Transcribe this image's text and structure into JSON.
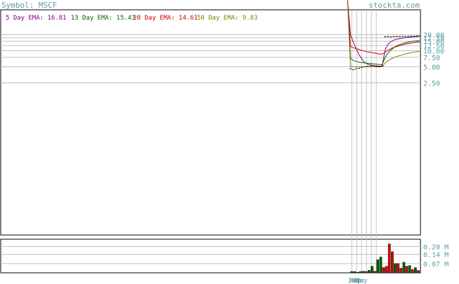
{
  "symbol_label": "Symbol: MSCF",
  "brand": "stockta.com",
  "legend": [
    {
      "label": "5 Day EMA: 16.81",
      "color": "#800080"
    },
    {
      "label": "13 Day EMA: 15.43",
      "color": "#006400"
    },
    {
      "label": "20 Day EMA: 14.61",
      "color": "#cc0000"
    },
    {
      "label": "50 Day EMA: 9.83",
      "color": "#808000"
    }
  ],
  "colors": {
    "text": "#5f9ea0",
    "grid": "#c0c0c0",
    "frame": "#000000",
    "vol_up": "#006400",
    "vol_down": "#cc0000"
  },
  "chart_data": [
    {
      "type": "line",
      "y_scale": "log",
      "y_ticks": [
        "20.00",
        "17.50",
        "15.00",
        "12.50",
        "10.00",
        "7.50",
        "5.00",
        "2.50"
      ],
      "y_tick_values": [
        20,
        17.5,
        15,
        12.5,
        10,
        7.5,
        5,
        2.5
      ],
      "x_tick_labels": [
        "Jan",
        "Feb",
        "Mar",
        "Apr",
        "May"
      ],
      "close": [
        80,
        4.6,
        4.4,
        4.6,
        4.7,
        4.9,
        5.0,
        5.1,
        5.2,
        5.2,
        5.1,
        5.0,
        5.2,
        18.2,
        18.3,
        18.1,
        18.4,
        18.5,
        18.4,
        18.6,
        18.5,
        18.6,
        18.7,
        18.6,
        18.9,
        19.0
      ],
      "series": [
        {
          "name": "5 Day EMA",
          "color": "#800080",
          "values": [
            80,
            20.0,
            14.5,
            10.8,
            8.4,
            6.9,
            6.0,
            5.6,
            5.4,
            5.3,
            5.2,
            5.1,
            5.2,
            10.4,
            13.2,
            14.8,
            15.8,
            16.4,
            16.8,
            17.2,
            17.5,
            17.8,
            18.0,
            18.2,
            18.4,
            18.6
          ]
        },
        {
          "name": "13 Day EMA",
          "color": "#006400",
          "values": [
            80,
            7.2,
            6.6,
            6.3,
            6.1,
            6.0,
            5.9,
            5.8,
            5.8,
            5.7,
            5.6,
            5.5,
            5.5,
            7.5,
            9.0,
            10.3,
            11.4,
            12.3,
            13.0,
            13.6,
            14.1,
            14.5,
            14.8,
            15.1,
            15.3,
            15.4
          ]
        },
        {
          "name": "20 Day EMA",
          "color": "#cc0000",
          "values": [
            80,
            12.0,
            11.4,
            10.9,
            10.5,
            10.1,
            9.8,
            9.5,
            9.3,
            9.1,
            8.9,
            8.7,
            8.6,
            9.4,
            10.2,
            10.9,
            11.5,
            12.0,
            12.5,
            12.9,
            13.3,
            13.6,
            13.9,
            14.2,
            14.4,
            14.6
          ]
        },
        {
          "name": "50 Day EMA",
          "color": "#808000",
          "values": [
            80,
            5.0,
            5.0,
            5.0,
            5.0,
            5.0,
            5.0,
            5.0,
            5.0,
            5.0,
            5.0,
            5.0,
            5.0,
            5.9,
            6.5,
            7.0,
            7.4,
            7.8,
            8.1,
            8.4,
            8.7,
            8.9,
            9.2,
            9.4,
            9.6,
            9.8
          ]
        }
      ]
    },
    {
      "type": "bar",
      "y_ticks": [
        "0.20 M",
        "0.14 M",
        "0.07 M"
      ],
      "y_tick_values": [
        0.2,
        0.14,
        0.07
      ],
      "ylim": [
        0,
        0.255
      ],
      "values": [
        0.01,
        0.01,
        0.005,
        0.01,
        0.012,
        0.01,
        0.02,
        0.05,
        0.012,
        0.1,
        0.12,
        0.04,
        0.05,
        0.22,
        0.16,
        0.07,
        0.07,
        0.035,
        0.08,
        0.05,
        0.055,
        0.025,
        0.04,
        0.018
      ],
      "up": [
        true,
        true,
        false,
        true,
        true,
        false,
        true,
        true,
        false,
        true,
        true,
        false,
        false,
        false,
        false,
        true,
        false,
        false,
        true,
        false,
        true,
        false,
        true,
        false
      ]
    }
  ]
}
